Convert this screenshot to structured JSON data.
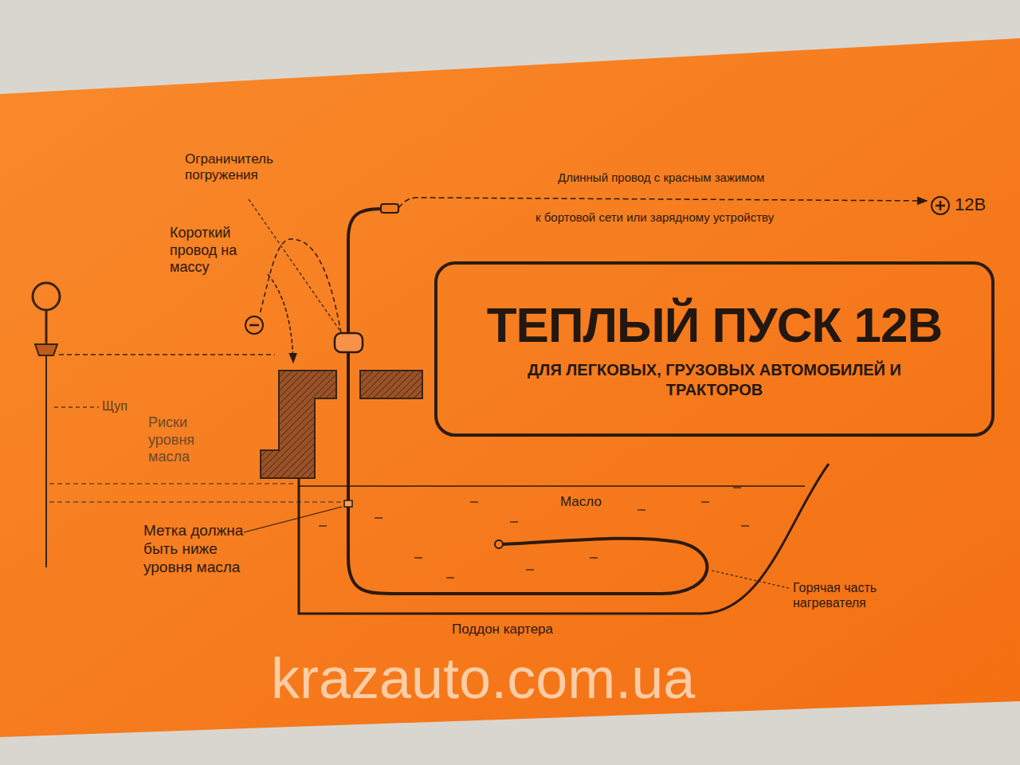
{
  "diagram": {
    "nodes": [
      {
        "text": [
          "ТЕПЛЫЙ ПУСК 12В",
          "ДЛЯ ЛЕГКОВЫХ, ГРУЗОВЫХ АВТОМОБИЛЕЙ И ТРАКТОРОВ"
        ]
      }
    ],
    "labels": [
      "Ограничитель погружения",
      "Короткий провод на массу",
      "Длинный провод с красным зажимом",
      "к бортовой сети или зарядному устройству",
      "12В",
      "Щуп",
      "Риски уровня масла",
      "Метка должна быть ниже уровня масла",
      "Масло",
      "Горячая часть нагревателя",
      "Поддон картера",
      "krazauto.com.ua"
    ]
  }
}
